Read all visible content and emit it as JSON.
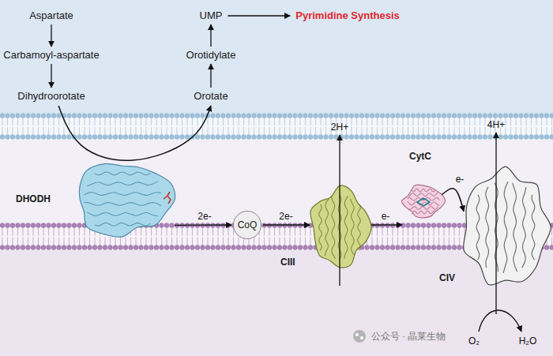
{
  "diagram": {
    "nodes": [
      {
        "text": [
          "Aspartate"
        ]
      },
      {
        "text": [
          "Carbamoyl-aspartate"
        ]
      },
      {
        "text": [
          "Dihydroorotate"
        ]
      },
      {
        "text": [
          "UMP"
        ]
      },
      {
        "text": [
          "Pyrimidine Synthesis"
        ]
      },
      {
        "text": [
          "Orotidylate"
        ]
      },
      {
        "text": [
          "Orotate"
        ]
      },
      {
        "text": [
          "DHODH"
        ]
      },
      {
        "text": [
          "CoQ"
        ]
      },
      {
        "text": [
          "CIII"
        ]
      },
      {
        "text": [
          "CytC"
        ]
      },
      {
        "text": [
          "CIV"
        ]
      }
    ],
    "edges": [
      {
        "from": 0,
        "to": 1,
        "arrow": "to"
      },
      {
        "from": 1,
        "to": 2,
        "arrow": "to"
      },
      {
        "from": 2,
        "to": 6,
        "arrow": "to"
      },
      {
        "from": 6,
        "to": 5,
        "arrow": "to"
      },
      {
        "from": 5,
        "to": 3,
        "arrow": "to"
      },
      {
        "from": 3,
        "to": 4,
        "arrow": "to"
      },
      {
        "from": 7,
        "to": 8,
        "label": "2e-",
        "arrow": "to"
      },
      {
        "from": 8,
        "to": 9,
        "label": "2e-",
        "arrow": "to"
      },
      {
        "from": 9,
        "to": 10,
        "label": "e-",
        "arrow": "to"
      },
      {
        "from": 10,
        "to": 11,
        "label": "e-",
        "arrow": "to"
      }
    ],
    "labels": [
      "2H+",
      "4H+",
      "O₂",
      "H₂O",
      "公众号 · 晶莱生物"
    ]
  }
}
